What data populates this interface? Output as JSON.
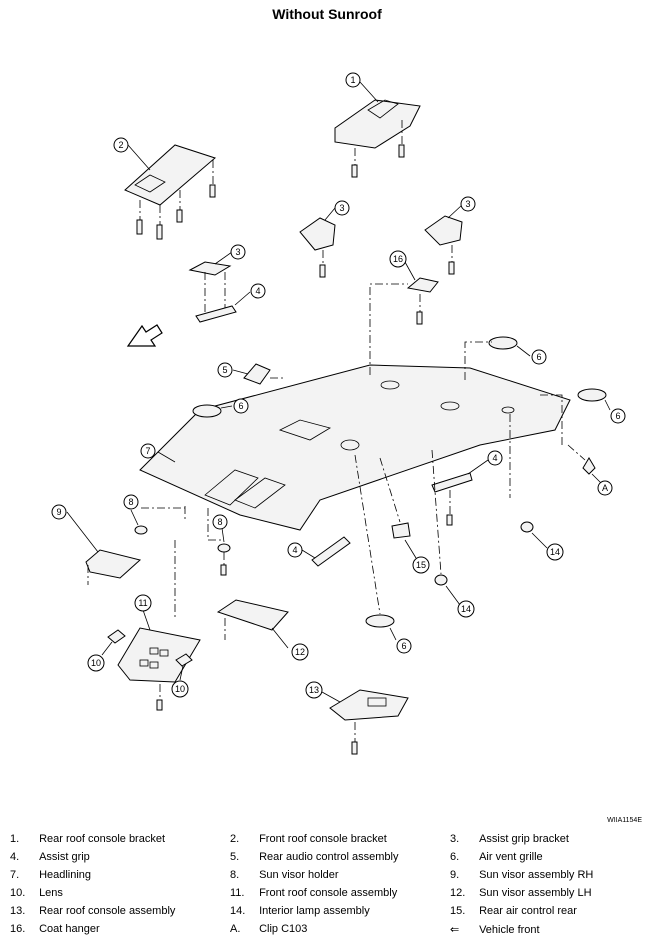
{
  "title": "Without Sunroof",
  "figure_code": "WIIA1154E",
  "callouts": {
    "c1": "1",
    "c2": "2",
    "c3a": "3",
    "c3b": "3",
    "c3c": "3",
    "c4a": "4",
    "c4b": "4",
    "c4c": "4",
    "c5": "5",
    "c6a": "6",
    "c6b": "6",
    "c6c": "6",
    "c6d": "6",
    "c7": "7",
    "c8a": "8",
    "c8b": "8",
    "c9": "9",
    "c10a": "10",
    "c10b": "10",
    "c11": "11",
    "c12": "12",
    "c13": "13",
    "c14a": "14",
    "c14b": "14",
    "c15": "15",
    "c16": "16",
    "cA": "A"
  },
  "legend": [
    {
      "num": "1.",
      "label": "Rear roof console bracket"
    },
    {
      "num": "2.",
      "label": "Front roof console bracket"
    },
    {
      "num": "3.",
      "label": "Assist grip bracket"
    },
    {
      "num": "4.",
      "label": "Assist grip"
    },
    {
      "num": "5.",
      "label": "Rear audio control assembly"
    },
    {
      "num": "6.",
      "label": "Air vent grille"
    },
    {
      "num": "7.",
      "label": "Headlining"
    },
    {
      "num": "8.",
      "label": "Sun visor holder"
    },
    {
      "num": "9.",
      "label": "Sun visor assembly RH"
    },
    {
      "num": "10.",
      "label": "Lens"
    },
    {
      "num": "11.",
      "label": "Front roof console assembly"
    },
    {
      "num": "12.",
      "label": "Sun visor assembly LH"
    },
    {
      "num": "13.",
      "label": "Rear roof console assembly"
    },
    {
      "num": "14.",
      "label": "Interior lamp assembly"
    },
    {
      "num": "15.",
      "label": "Rear air control rear"
    },
    {
      "num": "16.",
      "label": "Coat hanger"
    },
    {
      "num": "A.",
      "label": "Clip C103"
    },
    {
      "num": "⇐",
      "label": "Vehicle front"
    }
  ]
}
